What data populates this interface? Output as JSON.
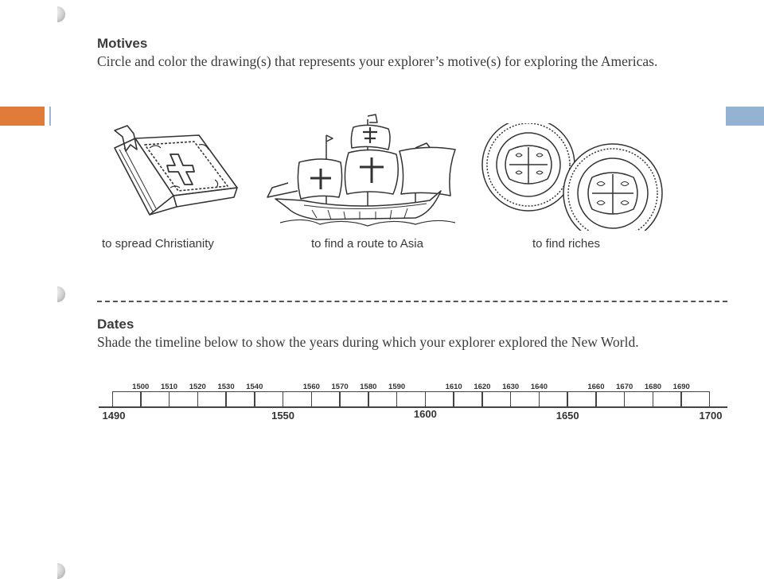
{
  "motives": {
    "heading": "Motives",
    "instruction": "Circle and color the drawing(s) that represents your explorer’s motive(s) for exploring the Americas.",
    "items": [
      {
        "icon": "bible-icon",
        "caption": "to spread Christianity"
      },
      {
        "icon": "ship-icon",
        "caption": "to find a route to Asia"
      },
      {
        "icon": "coins-icon",
        "caption": "to find riches"
      }
    ]
  },
  "dates": {
    "heading": "Dates",
    "instruction": "Shade the timeline below to show the years during which your explorer explored the New World.",
    "major_labels": [
      "1490",
      "1550",
      "1600",
      "1650",
      "1700"
    ],
    "minor_labels": [
      "1500",
      "1510",
      "1520",
      "1530",
      "1540",
      "1560",
      "1570",
      "1580",
      "1590",
      "1610",
      "1620",
      "1630",
      "1640",
      "1660",
      "1670",
      "1680",
      "1690"
    ],
    "timeline_start": 1490,
    "timeline_end": 1700,
    "segments": 21
  },
  "colors": {
    "accent_orange": "#e07b39",
    "accent_blue": "#94b3d3"
  }
}
